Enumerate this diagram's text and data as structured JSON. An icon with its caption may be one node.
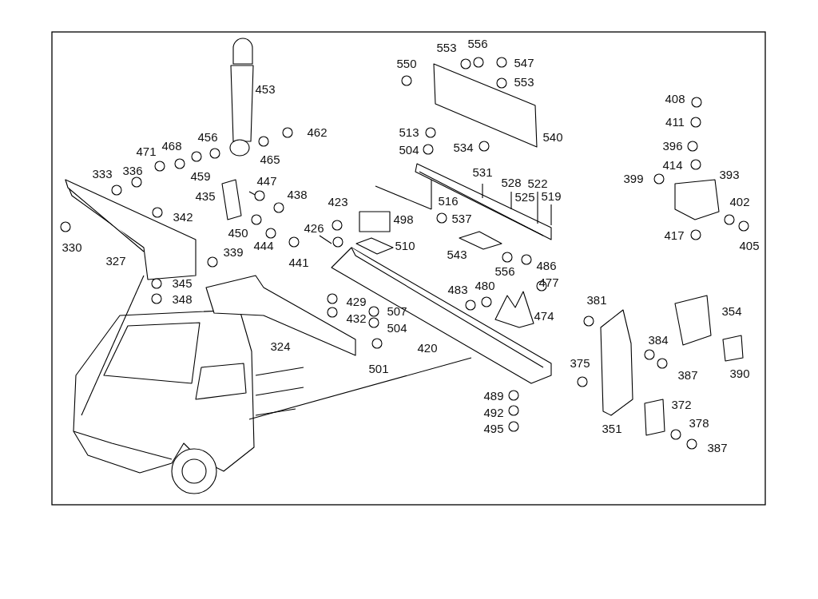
{
  "diagram": {
    "labels": [
      "553",
      "556",
      "550",
      "547",
      "553",
      "453",
      "408",
      "411",
      "513",
      "462",
      "540",
      "456",
      "504",
      "534",
      "471",
      "468",
      "396",
      "465",
      "414",
      "333",
      "336",
      "531",
      "393",
      "459",
      "447",
      "399",
      "528",
      "522",
      "525",
      "519",
      "435",
      "438",
      "516",
      "423",
      "402",
      "342",
      "498",
      "537",
      "450",
      "426",
      "330",
      "444",
      "510",
      "417",
      "405",
      "339",
      "543",
      "327",
      "441",
      "556",
      "486",
      "345",
      "477",
      "483",
      "480",
      "381",
      "348",
      "429",
      "354",
      "507",
      "432",
      "474",
      "504",
      "384",
      "324",
      "420",
      "375",
      "501",
      "387",
      "390",
      "489",
      "372",
      "492",
      "378",
      "351",
      "495",
      "387"
    ]
  }
}
